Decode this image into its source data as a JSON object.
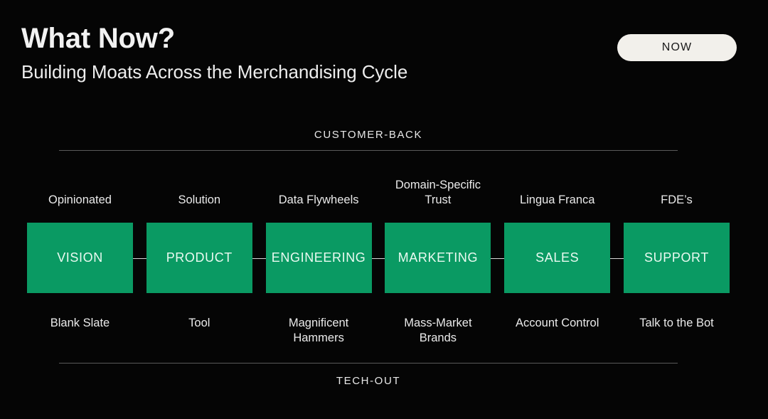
{
  "header": {
    "title": "What Now?",
    "subtitle": "Building Moats Across the Merchandising Cycle",
    "badge_label": "NOW"
  },
  "axes": {
    "top_caption": "CUSTOMER-BACK",
    "bottom_caption": "TECH-OUT"
  },
  "colors": {
    "background": "#050505",
    "box_green": "#0a9a63",
    "badge_cream": "#f2f0eb",
    "rule_gray": "#5a5a5a",
    "connector": "#d8d8d8",
    "text_primary": "#f2f2f2"
  },
  "stages": [
    {
      "top": "Opinionated",
      "box": "VISION",
      "bottom": "Blank Slate"
    },
    {
      "top": "Solution",
      "box": "PRODUCT",
      "bottom": "Tool"
    },
    {
      "top": "Data Flywheels",
      "box": "ENGINEERING",
      "bottom": "Magnificent Hammers"
    },
    {
      "top": "Domain-Specific Trust",
      "box": "MARKETING",
      "bottom": "Mass-Market Brands"
    },
    {
      "top": "Lingua Franca",
      "box": "SALES",
      "bottom": "Account Control"
    },
    {
      "top": "FDE’s",
      "box": "SUPPORT",
      "bottom": "Talk to the Bot"
    }
  ]
}
